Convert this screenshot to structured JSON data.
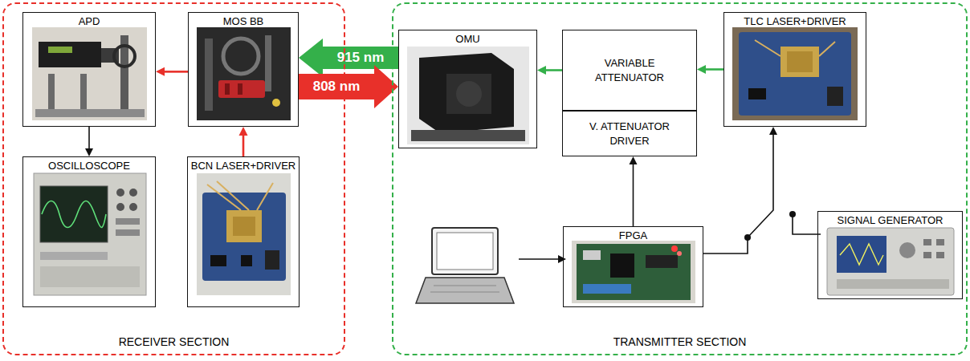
{
  "diagram": {
    "nodes": [
      {
        "text": [
          "RECEIVER SECTION"
        ]
      },
      {
        "text": [
          "TRANSMITTER SECTION"
        ]
      },
      {
        "text": [
          "APD"
        ],
        "in": 0
      },
      {
        "text": [
          "MOS BB"
        ],
        "in": 0
      },
      {
        "text": [
          "OSCILLOSCOPE"
        ],
        "in": 0
      },
      {
        "text": [
          "BCN LASER+DRIVER"
        ],
        "in": 0
      },
      {
        "text": [
          "OMU"
        ],
        "in": 1
      },
      {
        "text": [
          "VARIABLE ATTENUATOR"
        ],
        "in": 1
      },
      {
        "text": [
          "V. ATTENUATOR DRIVER"
        ],
        "in": 1
      },
      {
        "text": [
          "TLC LASER+DRIVER"
        ],
        "in": 1
      },
      {
        "text": [
          "FPGA"
        ],
        "in": 1
      },
      {
        "text": [
          "SIGNAL GENERATOR"
        ],
        "in": 1
      }
    ],
    "edges": [
      {
        "from": 3,
        "to": 2,
        "arrow": "to"
      },
      {
        "from": 2,
        "to": 4,
        "arrow": "to"
      },
      {
        "from": 5,
        "to": 3,
        "arrow": "to"
      },
      {
        "from": 6,
        "to": 3,
        "label": "915 nm",
        "arrow": "to"
      },
      {
        "from": 3,
        "to": 6,
        "label": "808 nm",
        "arrow": "to"
      },
      {
        "from": 7,
        "to": 6,
        "arrow": "to"
      },
      {
        "from": 9,
        "to": 7,
        "arrow": "to"
      },
      {
        "from": 10,
        "to": 8,
        "arrow": "to"
      },
      {
        "from": 10,
        "to": 9,
        "arrow": "to"
      }
    ]
  }
}
